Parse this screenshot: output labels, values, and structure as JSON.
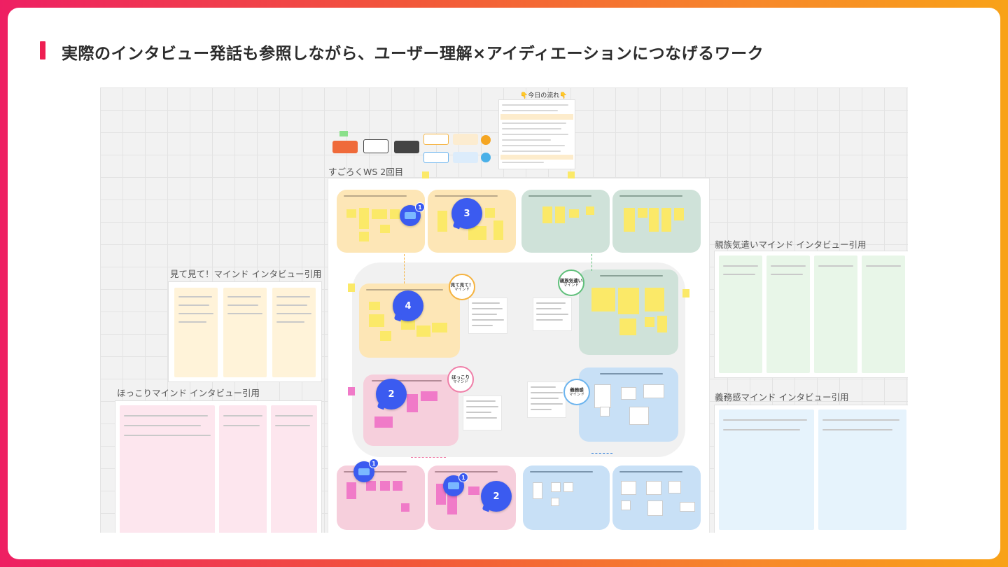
{
  "slide": {
    "title": "実際のインタビュー発話も参照しながら、ユーザー理解×アイディエーションにつなげるワーク"
  },
  "canvas": {
    "flow_title": "👇今日の流れ👇",
    "board_title": "すごろくWS 2回目",
    "left_frames": [
      {
        "label": "見て見て！マインド インタビュー引用"
      },
      {
        "label": "ほっこりマインド インタビュー引用"
      }
    ],
    "right_frames": [
      {
        "label": "親族気遣いマインド インタビュー引用"
      },
      {
        "label": "義務感マインド インタビュー引用"
      }
    ],
    "minds": [
      {
        "name": "見て見て！",
        "sub": "マインド"
      },
      {
        "name": "親族気遣い",
        "sub": "マインド"
      },
      {
        "name": "ほっこり",
        "sub": "マインド"
      },
      {
        "name": "義務感",
        "sub": "マインド"
      }
    ],
    "bubbles": [
      "3",
      "4",
      "2",
      "2"
    ],
    "badges": [
      "1",
      "1",
      "1"
    ]
  },
  "colors": {
    "accent": "#ee1f52",
    "comment_bubble": "#3b5bf0",
    "card_yellow": "#fde6b6",
    "card_green": "#cfe2d9",
    "card_pink": "#f6cfdc",
    "card_blue": "#c8e0f6"
  }
}
